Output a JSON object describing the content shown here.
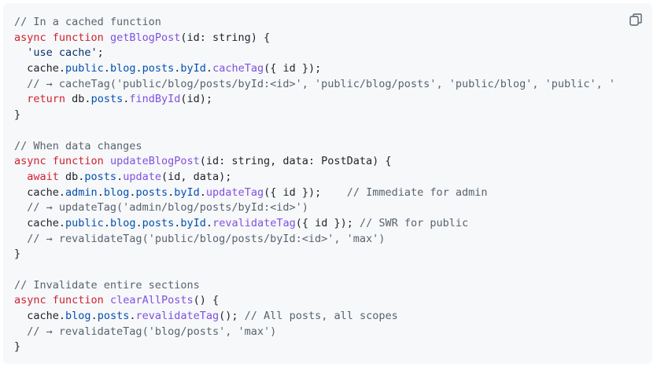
{
  "copy_icon": "copy-icon",
  "colors": {
    "background": "#f6f8fa",
    "comment": "#59636e",
    "keyword": "#cf222e",
    "function": "#8250df",
    "property": "#0550ae",
    "string": "#0a3069",
    "text": "#1f2328"
  },
  "code": {
    "l1": {
      "comment": "// In a cached function"
    },
    "l2": {
      "kw": "async function",
      "fn": "getBlogPost",
      "rest": "(id: string) {"
    },
    "l3": {
      "str": "'use cache'",
      "rest": ";"
    },
    "l4": {
      "obj": "cache.",
      "p1": "public",
      "d1": ".",
      "p2": "blog",
      "d2": ".",
      "p3": "posts",
      "d3": ".",
      "p4": "byId",
      "d4": ".",
      "fn": "cacheTag",
      "rest": "({ id });"
    },
    "l5": {
      "comment": "// → cacheTag('public/blog/posts/byId:<id>', 'public/blog/posts', 'public/blog', 'public', '"
    },
    "l6": {
      "kw": "return",
      "mid": " db.",
      "p1": "posts",
      "d1": ".",
      "fn": "findById",
      "rest": "(id);"
    },
    "l7": {
      "text": "}"
    },
    "l9": {
      "comment": "// When data changes"
    },
    "l10": {
      "kw": "async function",
      "fn": "updateBlogPost",
      "rest": "(id: string, data: PostData) {"
    },
    "l11": {
      "kw": "await",
      "mid": " db.",
      "p1": "posts",
      "d1": ".",
      "fn": "update",
      "rest": "(id, data);"
    },
    "l12": {
      "obj": "cache.",
      "p1": "admin",
      "d1": ".",
      "p2": "blog",
      "d2": ".",
      "p3": "posts",
      "d3": ".",
      "p4": "byId",
      "d4": ".",
      "fn": "updateTag",
      "rest": "({ id });    ",
      "comment": "// Immediate for admin"
    },
    "l13": {
      "comment": "// → updateTag('admin/blog/posts/byId:<id>')"
    },
    "l14": {
      "obj": "cache.",
      "p1": "public",
      "d1": ".",
      "p2": "blog",
      "d2": ".",
      "p3": "posts",
      "d3": ".",
      "p4": "byId",
      "d4": ".",
      "fn": "revalidateTag",
      "rest": "({ id }); ",
      "comment": "// SWR for public"
    },
    "l15": {
      "comment": "// → revalidateTag('public/blog/posts/byId:<id>', 'max')"
    },
    "l16": {
      "text": "}"
    },
    "l18": {
      "comment": "// Invalidate entire sections"
    },
    "l19": {
      "kw": "async function",
      "fn": "clearAllPosts",
      "rest": "() {"
    },
    "l20": {
      "obj": "cache.",
      "p1": "blog",
      "d1": ".",
      "p2": "posts",
      "d2": ".",
      "fn": "revalidateTag",
      "rest": "(); ",
      "comment": "// All posts, all scopes"
    },
    "l21": {
      "comment": "// → revalidateTag('blog/posts', 'max')"
    },
    "l22": {
      "text": "}"
    }
  }
}
